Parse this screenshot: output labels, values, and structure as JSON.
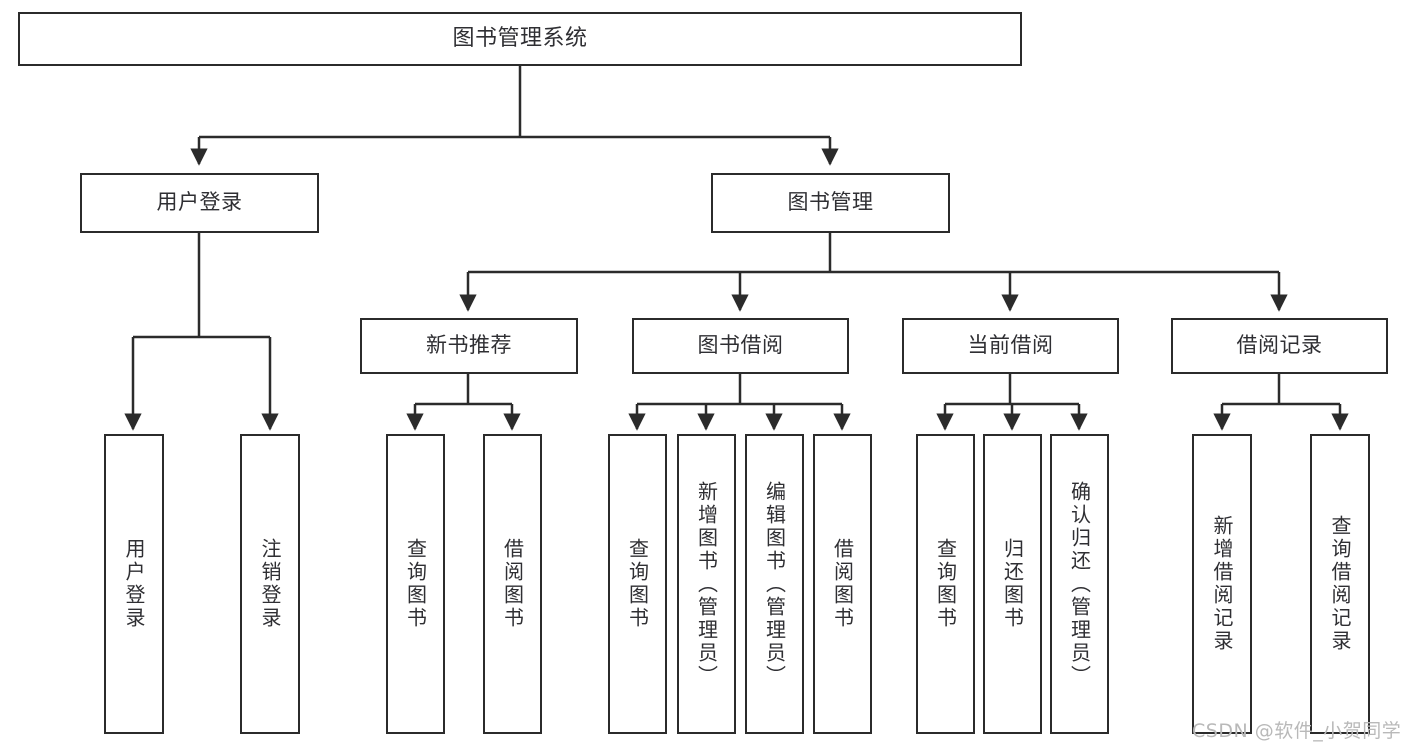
{
  "diagram": {
    "title": "图书管理系统",
    "type": "tree-hierarchy-diagram",
    "root": {
      "label": "图书管理系统"
    },
    "level2": [
      {
        "label": "用户登录"
      },
      {
        "label": "图书管理"
      }
    ],
    "level3": [
      {
        "label": "新书推荐"
      },
      {
        "label": "图书借阅"
      },
      {
        "label": "当前借阅"
      },
      {
        "label": "借阅记录"
      }
    ],
    "leaves": {
      "user_login": [
        {
          "label": "用户登录"
        },
        {
          "label": "注销登录"
        }
      ],
      "new_book_recommend": [
        {
          "label": "查询图书"
        },
        {
          "label": "借阅图书"
        }
      ],
      "book_borrow": [
        {
          "label": "查询图书"
        },
        {
          "label": "新增图书（管理员）"
        },
        {
          "label": "编辑图书（管理员）"
        },
        {
          "label": "借阅图书"
        }
      ],
      "current_borrow": [
        {
          "label": "查询图书"
        },
        {
          "label": "归还图书"
        },
        {
          "label": "确认归还（管理员）"
        }
      ],
      "borrow_record": [
        {
          "label": "新增借阅记录"
        },
        {
          "label": "查询借阅记录"
        }
      ]
    },
    "watermark": "CSDN @软件_小贺同学",
    "colors": {
      "stroke": "#2b2b2b",
      "text": "#2f2f33",
      "background": "#ffffff",
      "watermark": "#b9b9b9"
    }
  }
}
